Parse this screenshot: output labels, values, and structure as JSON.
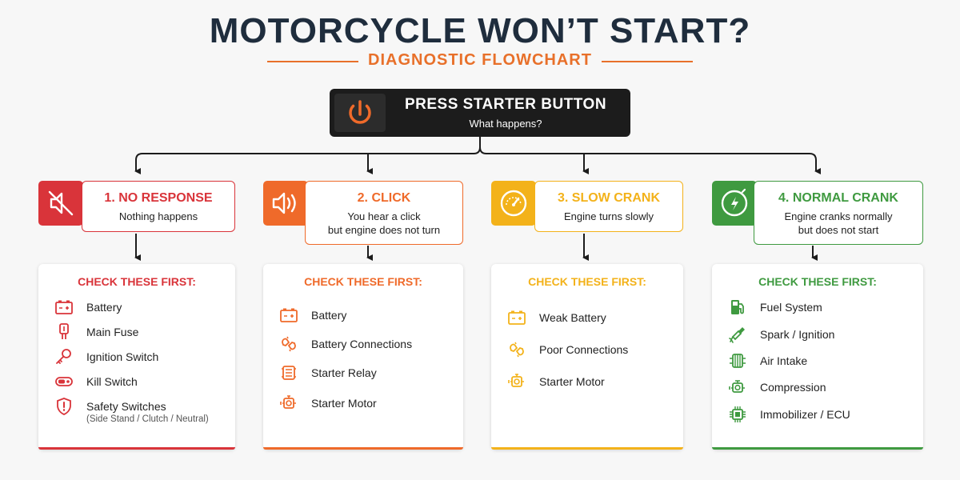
{
  "header": {
    "title": "MOTORCYCLE WON’T START?",
    "subtitle": "DIAGNOSTIC FLOWCHART"
  },
  "start": {
    "title": "PRESS STARTER BUTTON",
    "question": "What happens?",
    "icon": "power-icon"
  },
  "branches": [
    {
      "color": "#d9343a",
      "icon": "speaker-mute-icon",
      "title": "1. NO RESPONSE",
      "description": [
        "Nothing happens"
      ],
      "check_heading": "CHECK THESE FIRST:",
      "checks": [
        {
          "icon": "battery-icon",
          "label": "Battery"
        },
        {
          "icon": "fuse-icon",
          "label": "Main Fuse"
        },
        {
          "icon": "key-icon",
          "label": "Ignition Switch"
        },
        {
          "icon": "kill-switch-icon",
          "label": "Kill Switch"
        },
        {
          "icon": "shield-icon",
          "label": "Safety Switches",
          "note": "(Side Stand / Clutch / Neutral)"
        }
      ]
    },
    {
      "color": "#ef6a2a",
      "icon": "speaker-sound-icon",
      "title": "2. CLICK",
      "description": [
        "You hear a click",
        "but engine does not turn"
      ],
      "check_heading": "CHECK THESE FIRST:",
      "checks": [
        {
          "icon": "battery-icon",
          "label": "Battery"
        },
        {
          "icon": "connection-icon",
          "label": "Battery Connections"
        },
        {
          "icon": "relay-icon",
          "label": "Starter Relay"
        },
        {
          "icon": "motor-icon",
          "label": "Starter Motor"
        }
      ]
    },
    {
      "color": "#f3b21a",
      "icon": "gauge-icon",
      "title": "3. SLOW CRANK",
      "description": [
        "Engine turns slowly"
      ],
      "check_heading": "CHECK THESE FIRST:",
      "checks": [
        {
          "icon": "battery-icon",
          "label": "Weak Battery"
        },
        {
          "icon": "connection-icon",
          "label": "Poor Connections"
        },
        {
          "icon": "motor-icon",
          "label": "Starter Motor"
        }
      ]
    },
    {
      "color": "#3f9a40",
      "icon": "tachometer-icon",
      "title": "4. NORMAL CRANK",
      "description": [
        "Engine cranks normally",
        "but does not start"
      ],
      "check_heading": "CHECK THESE FIRST:",
      "checks": [
        {
          "icon": "fuel-pump-icon",
          "label": "Fuel System"
        },
        {
          "icon": "spark-plug-icon",
          "label": "Spark / Ignition"
        },
        {
          "icon": "air-filter-icon",
          "label": "Air Intake"
        },
        {
          "icon": "compression-icon",
          "label": "Compression"
        },
        {
          "icon": "chip-icon",
          "label": "Immobilizer / ECU"
        }
      ]
    }
  ]
}
